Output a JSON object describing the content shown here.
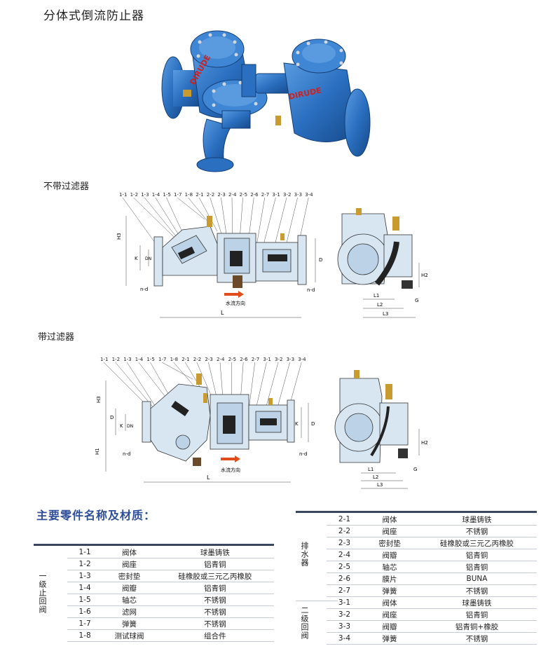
{
  "page": {
    "title": "分体式倒流防止器",
    "section_without_filter": "不带过滤器",
    "section_with_filter": "带过滤器",
    "parts_heading": "主要零件名称及材质："
  },
  "product_logo_text": "DIRUDE",
  "drawing1": {
    "callouts": [
      "1-1",
      "1-2",
      "1-3",
      "1-4",
      "1-5",
      "1-7",
      "1-8",
      "2-1",
      "2-2",
      "2-3",
      "2-4",
      "2-5",
      "2-6",
      "2-7",
      "3-1",
      "3-2",
      "3-3",
      "3-4"
    ],
    "dims": {
      "h3": "H3",
      "k": "K",
      "dn": "DN",
      "d": "D",
      "nd_left": "n-d",
      "nd_right": "n-d",
      "l": "L",
      "flow": "水流方向"
    },
    "side_dims": {
      "h2": "H2",
      "l1": "L1",
      "l2": "L2",
      "l3": "L3",
      "g": "G"
    }
  },
  "drawing2": {
    "callouts": [
      "1-1",
      "1-2",
      "1-3",
      "1-4",
      "1-5",
      "1-7",
      "1-8",
      "2-1",
      "2-2",
      "2-3",
      "2-4",
      "2-5",
      "2-6",
      "2-7",
      "3-1",
      "3-2",
      "3-3",
      "3-4"
    ],
    "dims": {
      "h3": "H3",
      "d": "D",
      "k": "K",
      "dn": "DN",
      "h1": "H1",
      "nd_left": "n-d",
      "nd_right": "n-d",
      "l": "L",
      "flow": "水流方向",
      "d_right": "D",
      "k_right": "K"
    },
    "side_dims": {
      "h2": "H2",
      "l1": "L1",
      "l2": "L2",
      "l3": "L3",
      "g": "G"
    }
  },
  "parts_left": {
    "group_label": "一级止回阀",
    "rows": [
      {
        "code": "1-1",
        "name": "阀体",
        "material": "球墨铸铁"
      },
      {
        "code": "1-2",
        "name": "阀座",
        "material": "铝青铜"
      },
      {
        "code": "1-3",
        "name": "密封垫",
        "material": "硅橡胶或三元乙丙橡胶"
      },
      {
        "code": "1-4",
        "name": "阀瓣",
        "material": "铝青铜"
      },
      {
        "code": "1-5",
        "name": "轴芯",
        "material": "不锈钢"
      },
      {
        "code": "1-6",
        "name": "滤网",
        "material": "不锈钢"
      },
      {
        "code": "1-7",
        "name": "弹簧",
        "material": "不锈钢"
      },
      {
        "code": "1-8",
        "name": "测试球阀",
        "material": "组合件"
      }
    ]
  },
  "parts_right": {
    "group1_label": "排水器",
    "group2_label": "二级回阀",
    "rows1": [
      {
        "code": "2-1",
        "name": "阀体",
        "material": "球墨铸铁"
      },
      {
        "code": "2-2",
        "name": "阀座",
        "material": "不锈钢"
      },
      {
        "code": "2-3",
        "name": "密封垫",
        "material": "硅橡胶或三元乙丙橡胶"
      },
      {
        "code": "2-4",
        "name": "阀瓣",
        "material": "铝青铜"
      },
      {
        "code": "2-5",
        "name": "轴芯",
        "material": "铝青铜"
      },
      {
        "code": "2-6",
        "name": "膜片",
        "material": "BUNA"
      },
      {
        "code": "2-7",
        "name": "弹簧",
        "material": "不锈钢"
      }
    ],
    "rows2": [
      {
        "code": "3-1",
        "name": "阀体",
        "material": "球墨铸铁"
      },
      {
        "code": "3-2",
        "name": "阀座",
        "material": "铝青铜"
      },
      {
        "code": "3-3",
        "name": "阀瓣",
        "material": "铝青铜+橡胶"
      },
      {
        "code": "3-4",
        "name": "弹簧",
        "material": "不锈钢"
      }
    ]
  },
  "colors": {
    "valve_blue": "#2a6fc0",
    "heading_blue": "#2f4e99",
    "drawing_fill": "#d8e6f2",
    "table_rule": "#3a4660"
  }
}
